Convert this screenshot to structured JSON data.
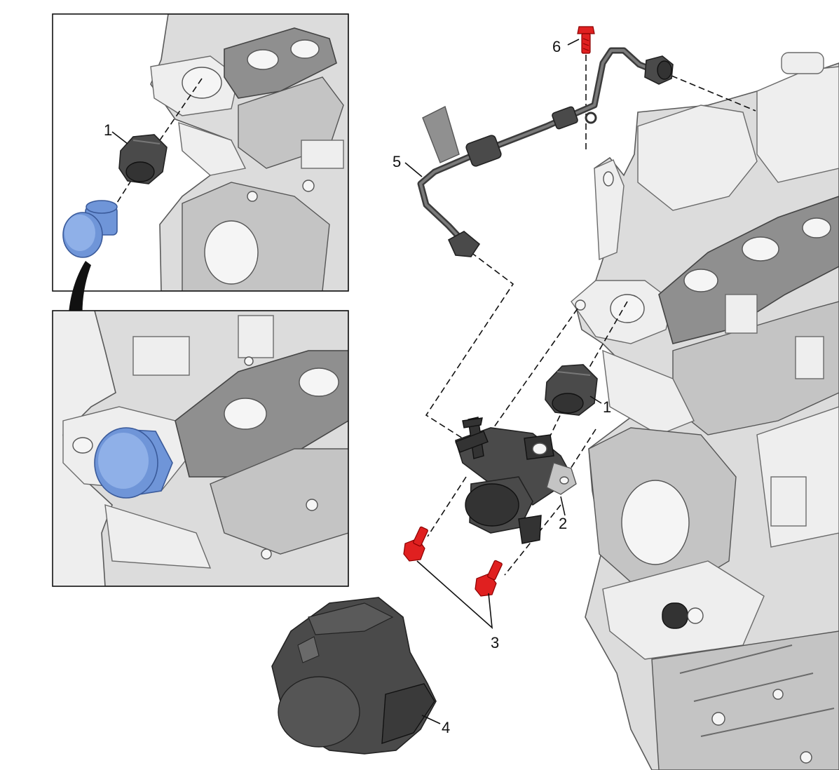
{
  "diagram": {
    "callouts": {
      "c1_inset": "1",
      "c1_main": "1",
      "c2": "2",
      "c3": "3",
      "c4": "4",
      "c5": "5",
      "c6": "6"
    },
    "colors": {
      "bolt": "#e02020",
      "cap": "#6f95d8",
      "engine": "#dcdcdc",
      "component": "#4a4a4a"
    },
    "icons": {
      "transition_arrow": "curved-arrow-down-icon"
    }
  }
}
